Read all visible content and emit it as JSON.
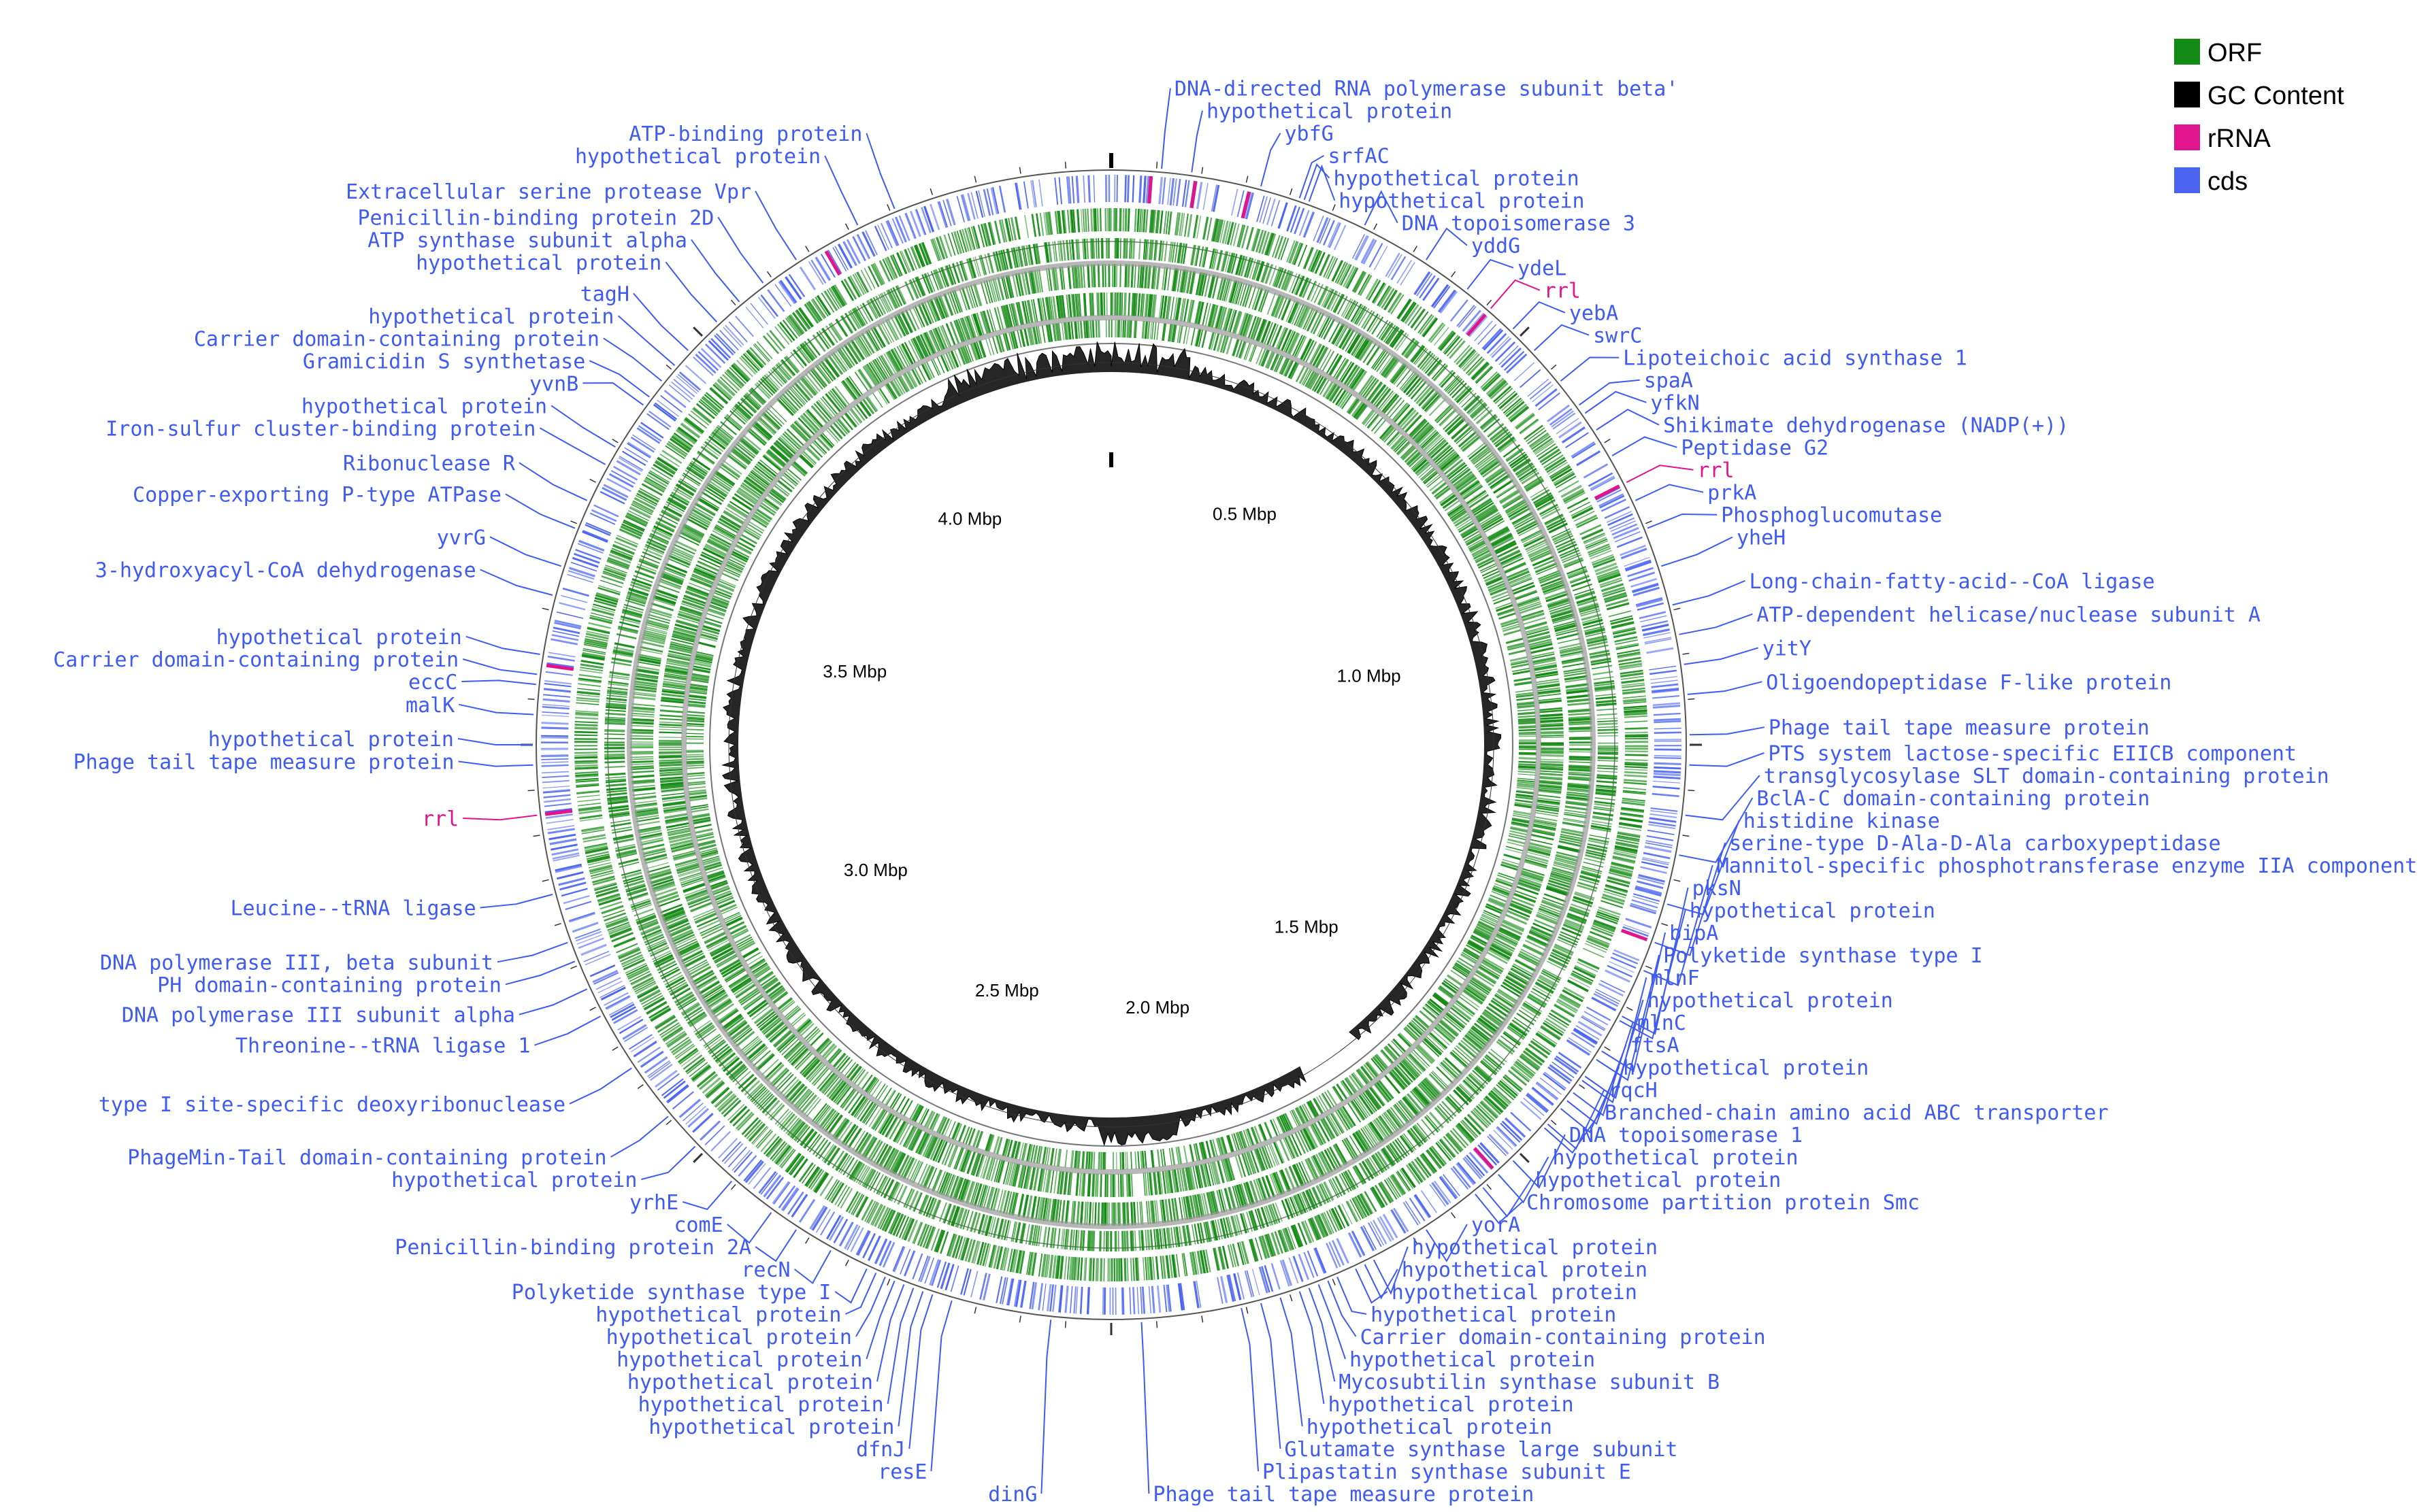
{
  "colors": {
    "ORF": "#138a13",
    "GC": "#000000",
    "rRNA": "#e0148c",
    "cds": "#4a64f0",
    "label": "#3f5bf2",
    "rrl_label": "#e0148c",
    "backbone": "#888888"
  },
  "legend": [
    {
      "label": "ORF",
      "color": "#138a13"
    },
    {
      "label": "GC Content",
      "color": "#000000"
    },
    {
      "label": "rRNA",
      "color": "#e0148c"
    },
    {
      "label": "cds",
      "color": "#4a64f0"
    }
  ],
  "scale": [
    {
      "label": "0.5 Mbp",
      "angle": 30
    },
    {
      "label": "1.0 Mbp",
      "angle": 75
    },
    {
      "label": "1.5 Mbp",
      "angle": 133
    },
    {
      "label": "2.0 Mbp",
      "angle": 170
    },
    {
      "label": "2.5 Mbp",
      "angle": 203
    },
    {
      "label": "3.0 Mbp",
      "angle": 242
    },
    {
      "label": "3.5 Mbp",
      "angle": 286
    },
    {
      "label": "4.0 Mbp",
      "angle": 328
    }
  ],
  "labels": [
    {
      "text": "DNA-directed RNA polymerase subunit beta'",
      "angle": 5
    },
    {
      "text": "hypothetical protein",
      "angle": 8
    },
    {
      "text": "ybfG",
      "angle": 15
    },
    {
      "text": "srfAC",
      "angle": 19
    },
    {
      "text": "hypothetical protein",
      "angle": 19.5
    },
    {
      "text": "hypothetical protein",
      "angle": 20
    },
    {
      "text": "DNA topoisomerase 3",
      "angle": 26
    },
    {
      "text": "yddG",
      "angle": 33
    },
    {
      "text": "ydeL",
      "angle": 38
    },
    {
      "text": "rrl",
      "angle": 41,
      "rrna": true
    },
    {
      "text": "yebA",
      "angle": 44
    },
    {
      "text": "swrC",
      "angle": 47
    },
    {
      "text": "Lipoteichoic acid synthase 1",
      "angle": 51
    },
    {
      "text": "spaA",
      "angle": 54
    },
    {
      "text": "yfkN",
      "angle": 55
    },
    {
      "text": "Shikimate dehydrogenase (NADP(+))",
      "angle": 57
    },
    {
      "text": "Peptidase G2",
      "angle": 60
    },
    {
      "text": "rrl",
      "angle": 63,
      "rrna": true
    },
    {
      "text": "prkA",
      "angle": 65
    },
    {
      "text": "Phosphoglucomutase",
      "angle": 68
    },
    {
      "text": "yheH",
      "angle": 72
    },
    {
      "text": "Long-chain-fatty-acid--CoA ligase",
      "angle": 76
    },
    {
      "text": "ATP-dependent helicase/nuclease subunit A",
      "angle": 79
    },
    {
      "text": "yitY",
      "angle": 82
    },
    {
      "text": "Oligoendopeptidase F-like protein",
      "angle": 85
    },
    {
      "text": "Phage tail tape measure protein",
      "angle": 89
    },
    {
      "text": "PTS system lactose-specific EIICB component",
      "angle": 92
    },
    {
      "text": "transglycosylase SLT domain-containing protein",
      "angle": 97
    },
    {
      "text": "BclA-C domain-containing protein",
      "angle": 101
    },
    {
      "text": "histidine kinase",
      "angle": 106
    },
    {
      "text": "serine-type D-Ala-D-Ala carboxypeptidase",
      "angle": 110
    },
    {
      "text": "Mannitol-specific phosphotransferase enzyme IIA component",
      "angle": 113
    },
    {
      "text": "pksN",
      "angle": 118
    },
    {
      "text": "hypothetical protein",
      "angle": 118.5
    },
    {
      "text": "bipA",
      "angle": 122
    },
    {
      "text": "Polyketide synthase type I",
      "angle": 123
    },
    {
      "text": "mlnF",
      "angle": 125
    },
    {
      "text": "hypothetical protein",
      "angle": 125.5
    },
    {
      "text": "mlnC",
      "angle": 127
    },
    {
      "text": "ftsA",
      "angle": 128
    },
    {
      "text": "hypothetical protein",
      "angle": 129
    },
    {
      "text": "rqcH",
      "angle": 131
    },
    {
      "text": "Branched-chain amino acid ABC transporter",
      "angle": 131.5
    },
    {
      "text": "DNA topoisomerase 1",
      "angle": 136
    },
    {
      "text": "hypothetical protein",
      "angle": 138
    },
    {
      "text": "hypothetical protein",
      "angle": 140
    },
    {
      "text": "Chromosome partition protein Smc",
      "angle": 141
    },
    {
      "text": "yorA",
      "angle": 147
    },
    {
      "text": "hypothetical protein",
      "angle": 153
    },
    {
      "text": "hypothetical protein",
      "angle": 154
    },
    {
      "text": "Mycosubtilin synthase subunit B",
      "angle": 160
    },
    {
      "text": "hypothetical protein",
      "angle": 161
    },
    {
      "text": "hypothetical protein",
      "angle": 155
    },
    {
      "text": "hypothetical protein",
      "angle": 157
    },
    {
      "text": "hypothetical protein",
      "angle": 163
    },
    {
      "text": "Carrier domain-containing protein",
      "angle": 158
    },
    {
      "text": "hypothetical protein",
      "angle": 159
    },
    {
      "text": "Glutamate synthase large subunit",
      "angle": 165
    },
    {
      "text": "Plipastatin synthase subunit E",
      "angle": 167
    },
    {
      "text": "Phage tail tape measure protein",
      "angle": 177
    },
    {
      "text": "dinG",
      "angle": 186
    },
    {
      "text": "resE",
      "angle": 196
    },
    {
      "text": "dfnJ",
      "angle": 198
    },
    {
      "text": "hypothetical protein",
      "angle": 199
    },
    {
      "text": "hypothetical protein",
      "angle": 200
    },
    {
      "text": "hypothetical protein",
      "angle": 201
    },
    {
      "text": "hypothetical protein",
      "angle": 202
    },
    {
      "text": "hypothetical protein",
      "angle": 203
    },
    {
      "text": "hypothetical protein",
      "angle": 204
    },
    {
      "text": "Polyketide synthase type I",
      "angle": 205
    },
    {
      "text": "recN",
      "angle": 209
    },
    {
      "text": "Penicillin-binding protein 2A",
      "angle": 213
    },
    {
      "text": "comE",
      "angle": 216
    },
    {
      "text": "yrhE",
      "angle": 221
    },
    {
      "text": "hypothetical protein",
      "angle": 226
    },
    {
      "text": "PhageMin-Tail domain-containing protein",
      "angle": 230
    },
    {
      "text": "type I site-specific deoxyribonuclease",
      "angle": 236
    },
    {
      "text": "Threonine--tRNA ligase 1",
      "angle": 242
    },
    {
      "text": "DNA polymerase III subunit alpha",
      "angle": 245
    },
    {
      "text": "PH domain-containing protein",
      "angle": 248
    },
    {
      "text": "DNA polymerase III, beta subunit",
      "angle": 250
    },
    {
      "text": "Leucine--tRNA ligase",
      "angle": 255
    },
    {
      "text": "rrl",
      "angle": 263,
      "rrna": true
    },
    {
      "text": "Phage tail tape measure protein",
      "angle": 268
    },
    {
      "text": "hypothetical protein",
      "angle": 270
    },
    {
      "text": "malK",
      "angle": 273
    },
    {
      "text": "eccC",
      "angle": 276
    },
    {
      "text": "Carrier domain-containing protein",
      "angle": 277
    },
    {
      "text": "hypothetical protein",
      "angle": 279
    },
    {
      "text": "3-hydroxyacyl-CoA dehydrogenase",
      "angle": 285
    },
    {
      "text": "yvrG",
      "angle": 288
    },
    {
      "text": "Copper-exporting P-type ATPase",
      "angle": 292
    },
    {
      "text": "Ribonuclease R",
      "angle": 295
    },
    {
      "text": "Iron-sulfur cluster-binding protein",
      "angle": 299
    },
    {
      "text": "hypothetical protein",
      "angle": 301
    },
    {
      "text": "yvnB",
      "angle": 306
    },
    {
      "text": "Gramicidin S synthetase",
      "angle": 307
    },
    {
      "text": "Carrier domain-containing protein",
      "angle": 309
    },
    {
      "text": "hypothetical protein",
      "angle": 311
    },
    {
      "text": "tagH",
      "angle": 313
    },
    {
      "text": "hypothetical protein",
      "angle": 317
    },
    {
      "text": "ATP synthase subunit alpha",
      "angle": 320
    },
    {
      "text": "Penicillin-binding protein 2D",
      "angle": 323
    },
    {
      "text": "Extracellular serine protease Vpr",
      "angle": 327
    },
    {
      "text": "hypothetical protein",
      "angle": 334
    },
    {
      "text": "ATP-binding protein",
      "angle": 338
    }
  ]
}
